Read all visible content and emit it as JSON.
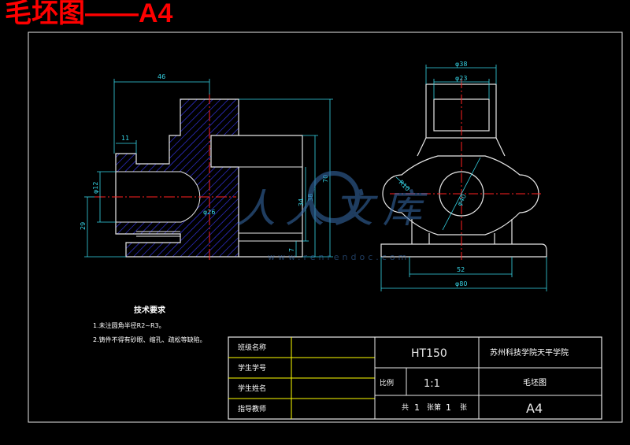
{
  "header": {
    "title": "毛坯图——A4"
  },
  "front_view": {
    "dims": {
      "width_top": "46",
      "slot_width": "11",
      "bore_dia": "φ12",
      "hole_dia": "φ26",
      "height_left": "29",
      "height_right": "70",
      "height_mid1": "34",
      "height_mid2": "38",
      "height_small": "7"
    }
  },
  "side_view": {
    "dims": {
      "top_outer": "φ38",
      "top_inner": "φ23",
      "center_bore": "φ40",
      "radius": "R10",
      "base_inner": "52",
      "base_outer": "φ80"
    }
  },
  "watermark": {
    "text": "人人文库",
    "url": "www.renrendoc.com"
  },
  "tech_requirements": {
    "title": "技术要求",
    "items": [
      "1.未注圆角半径R2~R3。",
      "2.铸件不得有砂眼、缩孔、疏松等缺陷。"
    ]
  },
  "title_block": {
    "labels": [
      "班级名称",
      "学生学号",
      "学生姓名",
      "指导教师"
    ],
    "material": "HT150",
    "school": "苏州科技学院天平学院",
    "scale_label": "比例",
    "scale_value": "1:1",
    "drawing_name": "毛坯图",
    "sheet_total_prefix": "共",
    "sheet_total": "1",
    "sheet_no_prefix": "张第",
    "sheet_no": "1",
    "sheet_suffix": "张",
    "paper_size": "A4"
  }
}
